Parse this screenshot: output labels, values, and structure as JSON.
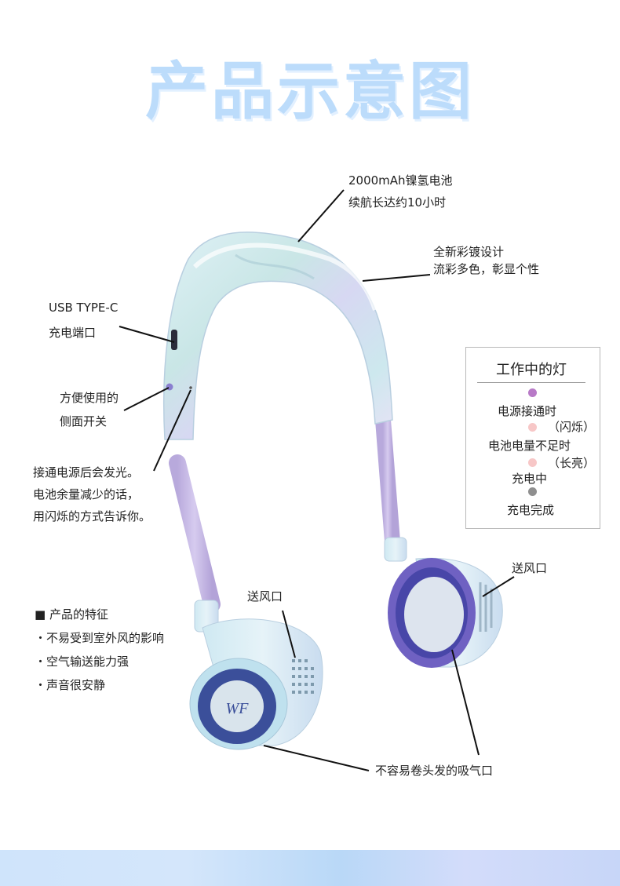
{
  "title": "产品示意图",
  "callouts": {
    "battery": [
      "2000mAh镍氢电池",
      "续航长达约10小时"
    ],
    "design": [
      "全新彩镀设计",
      "流彩多色，彰显个性"
    ],
    "usb": [
      "USB TYPE-C",
      "充电端口"
    ],
    "switch": [
      "方便使用的",
      "侧面开关"
    ],
    "light": [
      "接通电源后会发光。",
      "电池余量减少的话，",
      "用闪烁的方式告诉你。"
    ],
    "outlet_left": "送风口",
    "outlet_right": "送风口",
    "intake": "不容易卷头发的吸气口"
  },
  "legend": {
    "title": "工作中的灯",
    "items": [
      {
        "label": "电源接通时",
        "note": "",
        "color": "#b87ac7"
      },
      {
        "label": "电池电量不足时",
        "note": "（闪烁）",
        "color": "#f7c7c7"
      },
      {
        "label": "充电中",
        "note": "（长亮）",
        "color": "#f7c7c7"
      },
      {
        "label": "充电完成",
        "note": "",
        "color": "#8f8f8f"
      }
    ]
  },
  "features": {
    "heading": "■ 产品的特征",
    "items": [
      "・不易受到室外风的影响",
      "・空气输送能力强",
      "・声音很安静"
    ]
  },
  "logo_text": "WF"
}
